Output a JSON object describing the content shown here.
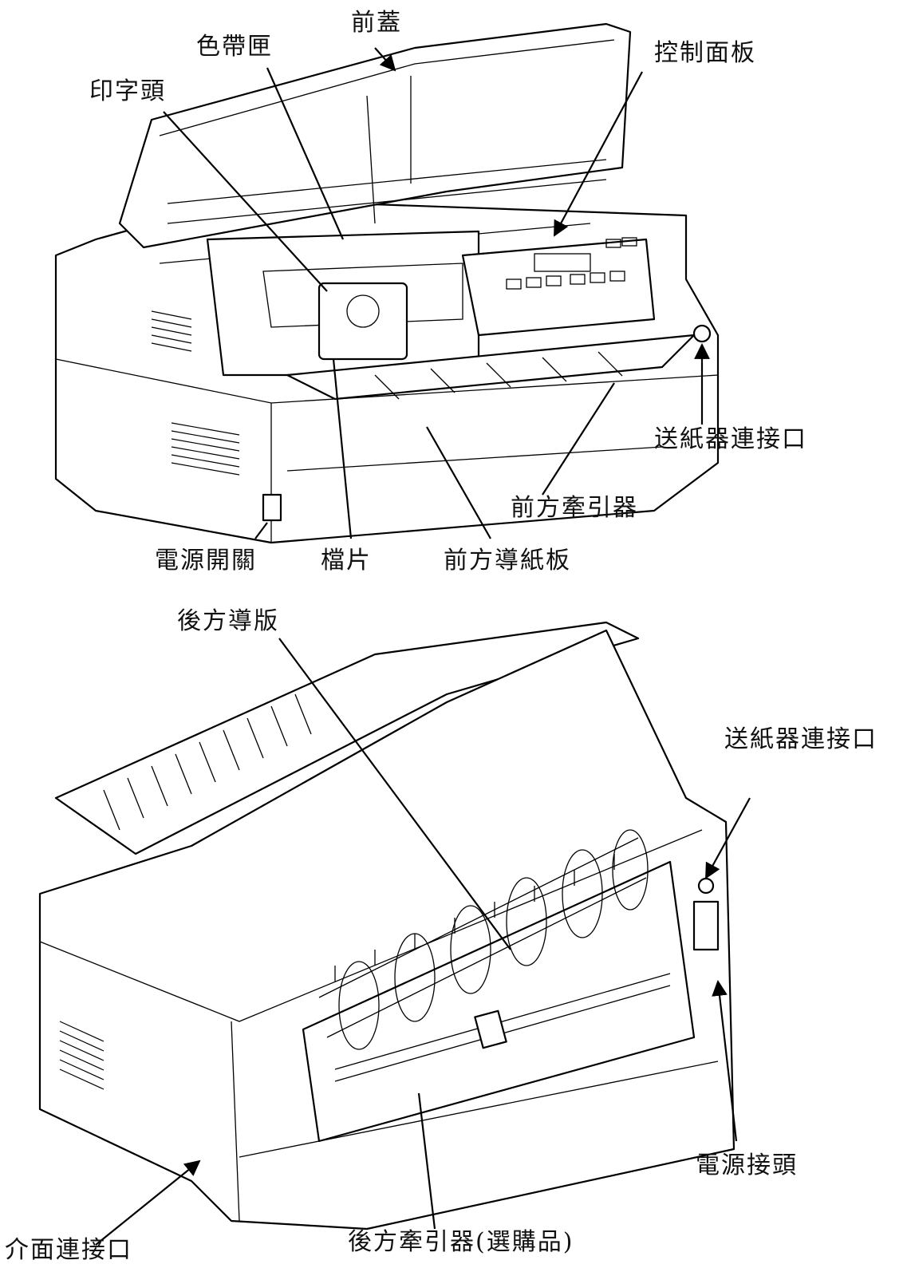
{
  "front_view": {
    "labels": {
      "front_cover": "前蓋",
      "ribbon_cassette": "色帶匣",
      "print_head": "印字頭",
      "control_panel": "控制面板",
      "sheet_feeder_connector": "送紙器連接口",
      "front_tractor": "前方牽引器",
      "power_switch": "電源開關",
      "paper_guide_flap": "檔片",
      "front_paper_guide": "前方導紙板"
    }
  },
  "rear_view": {
    "labels": {
      "rear_guide_plate": "後方導版",
      "sheet_feeder_connector": "送紙器連接口",
      "power_inlet": "電源接頭",
      "interface_connector": "介面連接口",
      "rear_tractor_option": "後方牽引器(選購品)"
    }
  }
}
